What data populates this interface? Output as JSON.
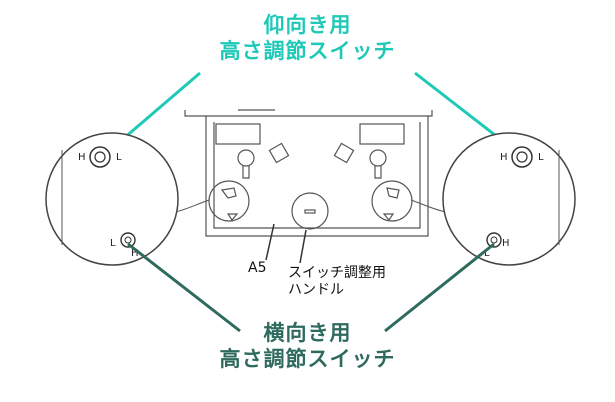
{
  "colors": {
    "upward_accent": "#1fc9b7",
    "sideways_accent": "#2f6a5e",
    "line_drawing": "#555555"
  },
  "top_heading": {
    "line1": "仰向き用",
    "line2": "高さ調節スイッチ"
  },
  "bottom_heading": {
    "line1": "横向き用",
    "line2": "高さ調節スイッチ"
  },
  "model_label": "A5",
  "handle_label": {
    "line1": "スイッチ調整用",
    "line2": "ハンドル"
  },
  "switch_letters": {
    "high": "H",
    "low": "L"
  }
}
